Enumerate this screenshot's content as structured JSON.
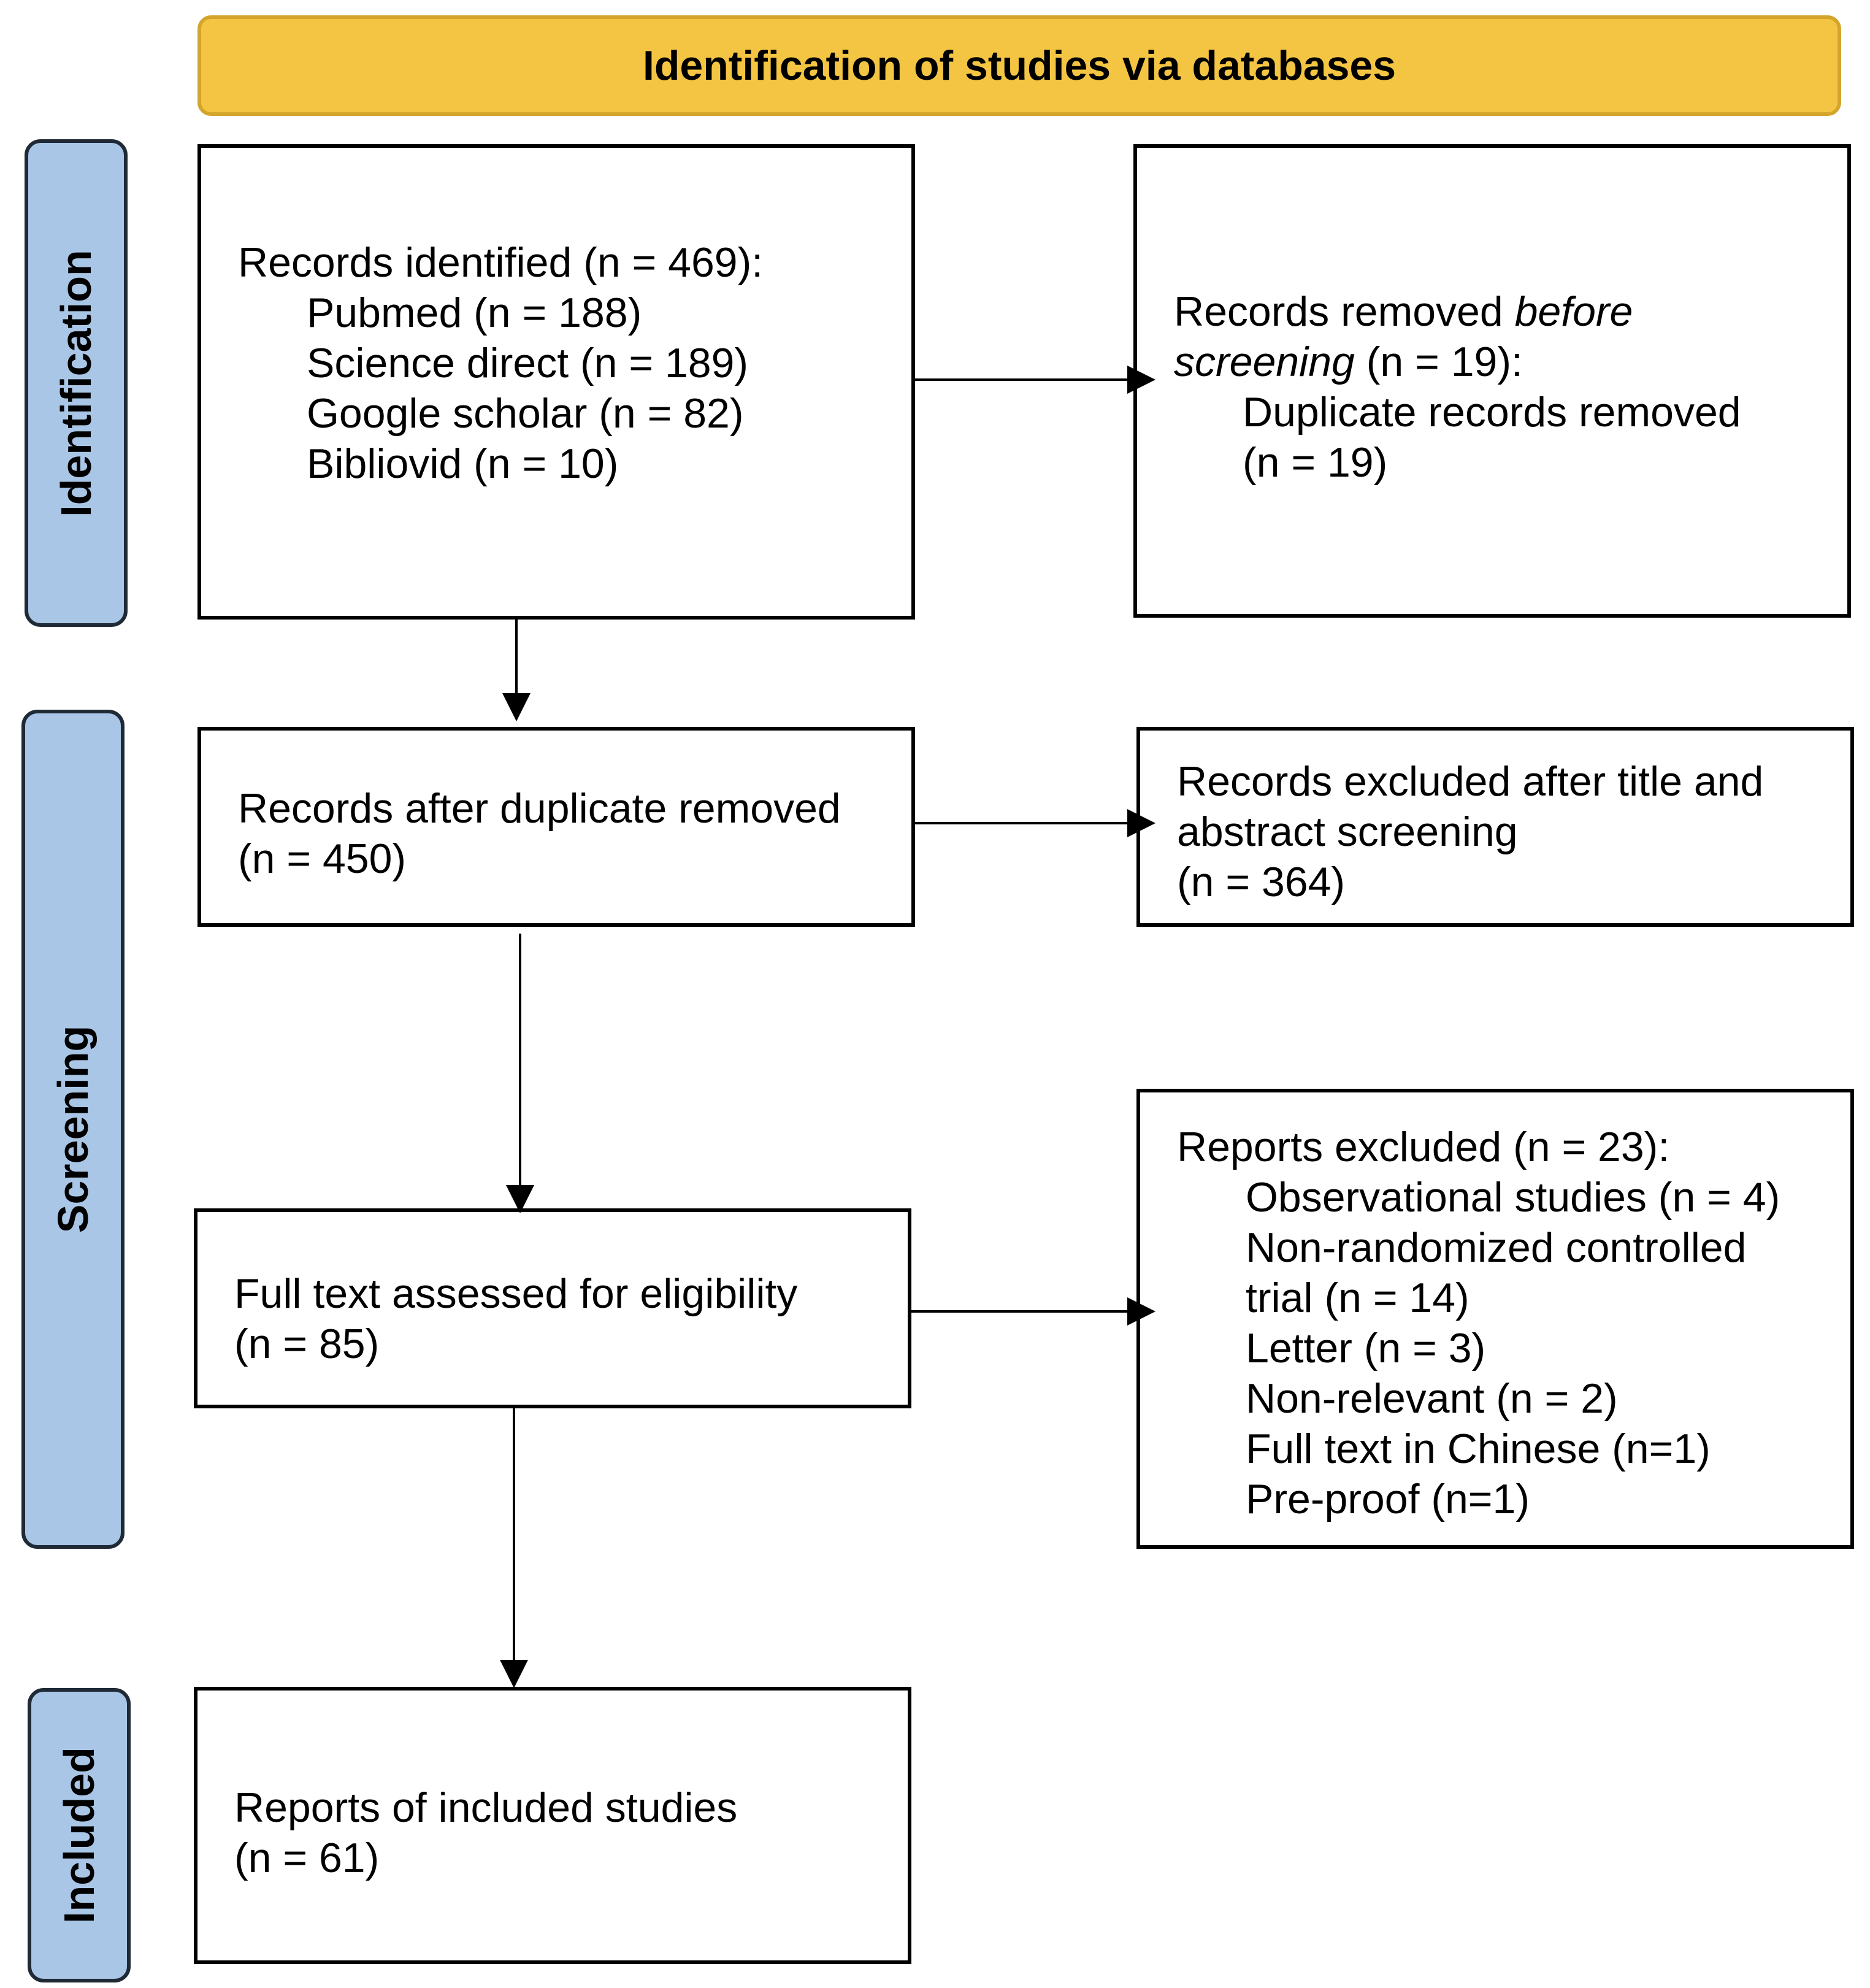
{
  "header": {
    "title": "Identification of studies via databases"
  },
  "phases": {
    "identification": "Identification",
    "screening": "Screening",
    "included": "Included"
  },
  "boxes": {
    "records_identified": {
      "heading": "Records identified (n = 469):",
      "items": [
        "Pubmed (n = 188)",
        "Science direct (n = 189)",
        "Google scholar (n = 82)",
        "Bibliovid (n = 10)"
      ]
    },
    "records_removed": {
      "line1_prefix": "Records removed ",
      "line1_italic": "before",
      "line2_italic": "screening",
      "line2_suffix": " (n = 19):",
      "items": [
        "Duplicate records removed",
        "(n = 19)"
      ]
    },
    "after_duplicates": {
      "lines": [
        "Records after duplicate removed",
        "(n = 450)"
      ]
    },
    "excluded_title_abstract": {
      "lines": [
        "Records excluded after title and",
        "abstract screening",
        "(n = 364)"
      ]
    },
    "full_text_assessed": {
      "lines": [
        "Full text assessed for eligibility",
        "(n = 85)"
      ]
    },
    "reports_excluded": {
      "heading": "Reports excluded (n = 23):",
      "items": [
        "Observational studies (n = 4)",
        "Non-randomized controlled",
        "trial (n = 14)",
        "Letter (n = 3)",
        "Non-relevant (n = 2)",
        "Full text in Chinese (n=1)",
        "Pre-proof (n=1)"
      ]
    },
    "included_studies": {
      "lines": [
        "Reports of included studies",
        "(n = 61)"
      ]
    }
  }
}
